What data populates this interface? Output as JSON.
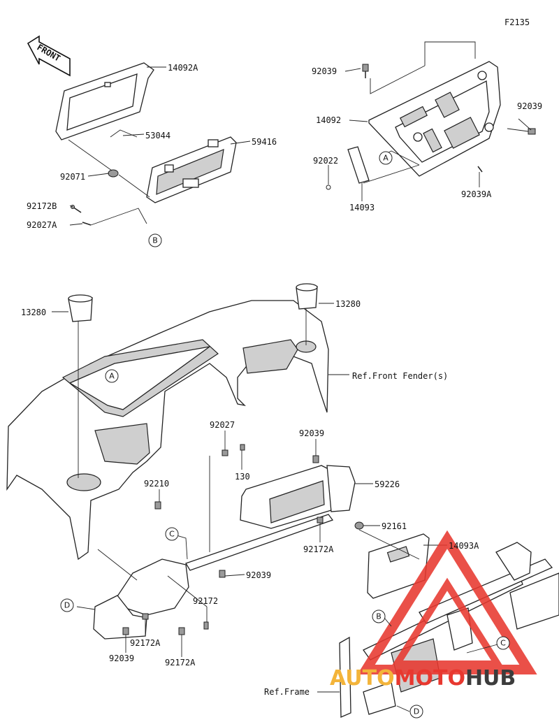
{
  "figure_id": "F2135",
  "front_arrow_label": "FRONT",
  "watermark": {
    "brand_left": "AUTO",
    "brand_mid": "MOTO",
    "brand_right": "HUB",
    "colors": {
      "red": "#e8382f",
      "gold": "#f3b43a",
      "dark": "#3c3c3c"
    }
  },
  "parts": [
    {
      "id": "p14092A",
      "num": "14092A"
    },
    {
      "id": "p53044",
      "num": "53044"
    },
    {
      "id": "p59416",
      "num": "59416"
    },
    {
      "id": "p92071",
      "num": "92071"
    },
    {
      "id": "p92172B",
      "num": "92172B"
    },
    {
      "id": "p92027A",
      "num": "92027A"
    },
    {
      "id": "p92039_top",
      "num": "92039"
    },
    {
      "id": "p14092",
      "num": "14092"
    },
    {
      "id": "p92039_right",
      "num": "92039"
    },
    {
      "id": "p92022",
      "num": "92022"
    },
    {
      "id": "p14093",
      "num": "14093"
    },
    {
      "id": "p92039A",
      "num": "92039A"
    },
    {
      "id": "p13280_left",
      "num": "13280"
    },
    {
      "id": "p13280_right",
      "num": "13280"
    },
    {
      "id": "p92027",
      "num": "92027"
    },
    {
      "id": "p130",
      "num": "130"
    },
    {
      "id": "p92039_mid",
      "num": "92039"
    },
    {
      "id": "p59226",
      "num": "59226"
    },
    {
      "id": "p92210",
      "num": "92210"
    },
    {
      "id": "p92172A_mid",
      "num": "92172A"
    },
    {
      "id": "p92161",
      "num": "92161"
    },
    {
      "id": "p14093A",
      "num": "14093A"
    },
    {
      "id": "p92039_low",
      "num": "92039"
    },
    {
      "id": "p92172",
      "num": "92172"
    },
    {
      "id": "p92172A_low1",
      "num": "92172A"
    },
    {
      "id": "p92039_bottom",
      "num": "92039"
    },
    {
      "id": "p92172A_low2",
      "num": "92172A"
    }
  ],
  "references": {
    "front_fender": "Ref.Front Fender(s)",
    "frame": "Ref.Frame"
  },
  "callouts": {
    "A": "A",
    "B": "B",
    "C": "C",
    "D": "D"
  }
}
